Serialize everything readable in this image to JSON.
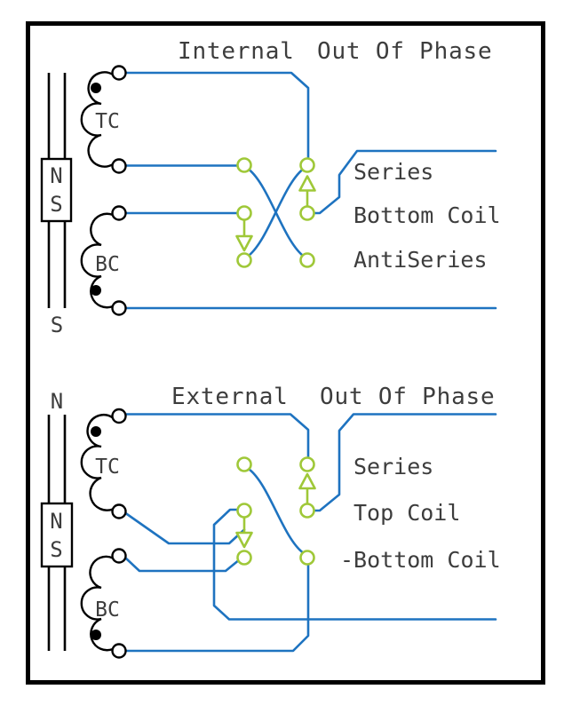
{
  "colors": {
    "wire-blue": "#1e73c0",
    "switch-green": "#9fc838",
    "ink-black": "#000000",
    "text-gray": "#3d3d3d",
    "background": "#ffffff"
  },
  "diagrams": [
    {
      "id": "internal-out-of-phase",
      "title_word": "Internal",
      "title_rest": "Out Of Phase",
      "magnet": {
        "box_letter_top": "N",
        "box_letter_bottom": "S",
        "pole_label_below": "S"
      },
      "coils": [
        {
          "label": "TC"
        },
        {
          "label": "BC"
        }
      ],
      "outputs": [
        "Series",
        "Bottom Coil",
        "AntiSeries"
      ]
    },
    {
      "id": "external-out-of-phase",
      "title_word": "External",
      "title_rest": "Out Of Phase",
      "magnet": {
        "box_letter_top": "N",
        "box_letter_bottom": "S",
        "pole_label_above": "N"
      },
      "coils": [
        {
          "label": "TC"
        },
        {
          "label": "BC"
        }
      ],
      "outputs": [
        "Series",
        "Top Coil",
        "-Bottom Coil"
      ]
    }
  ]
}
